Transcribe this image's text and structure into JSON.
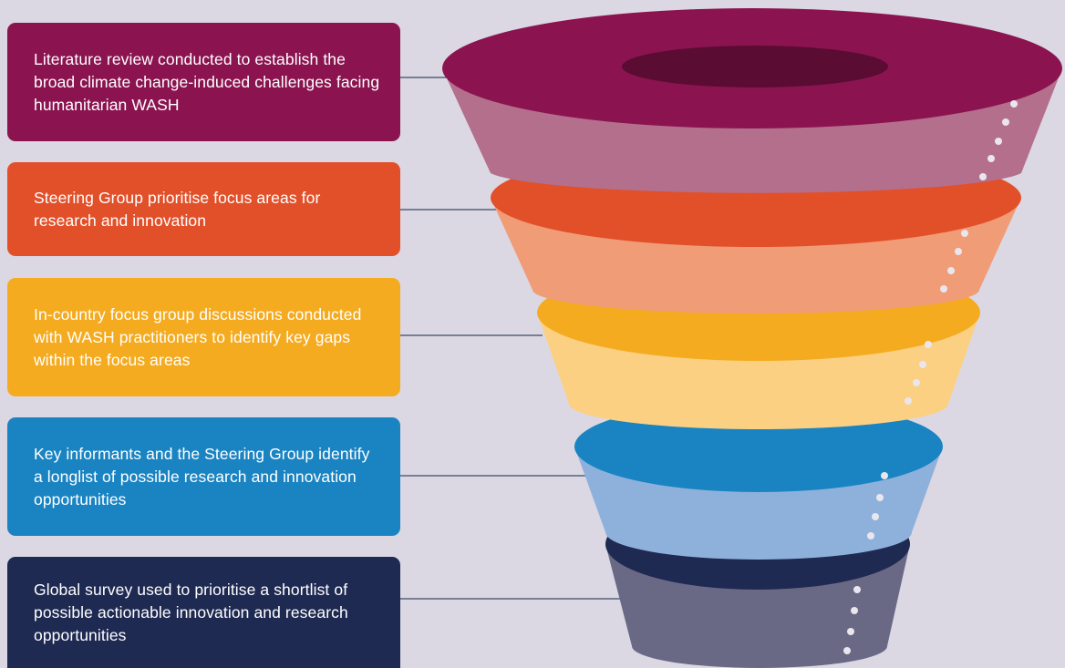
{
  "steps": [
    {
      "text": "Literature review conducted to establish the broad climate change-induced challenges facing humanitarian WASH",
      "color": "#8b1450",
      "tier_side_color": "#b46f8d",
      "tier_top_color": "#8b1450"
    },
    {
      "text": "Steering Group prioritise focus areas for research and innovation",
      "color": "#e2502a",
      "tier_side_color": "#f09c77",
      "tier_top_color": "#e2502a"
    },
    {
      "text": "In-country focus group discussions conducted with WASH practitioners to identify key gaps within the focus areas",
      "color": "#f5ab1f",
      "tier_side_color": "#fbd083",
      "tier_top_color": "#f5ab1f"
    },
    {
      "text": "Key informants and the Steering Group identify a longlist of possible research and innovation opportunities",
      "color": "#1a84c2",
      "tier_side_color": "#8eb1dc",
      "tier_top_color": "#1a84c2"
    },
    {
      "text": "Global survey used to prioritise a shortlist of possible actionable innovation and research opportunities",
      "color": "#1f2a52",
      "tier_side_color": "#696985",
      "tier_top_color": "#1f2a52"
    }
  ],
  "connector_color": "#3b4a6b",
  "funnel_hole_color": "#5a0c33",
  "dot_color": "#e9e6ee"
}
